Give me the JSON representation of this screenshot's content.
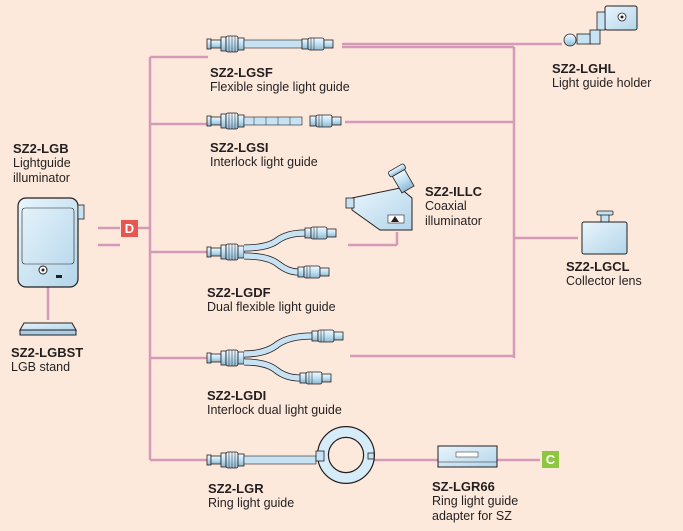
{
  "products": {
    "lgb": {
      "code": "SZ2-LGB",
      "desc_line1": "Lightguide",
      "desc_line2": "illuminator"
    },
    "lgbst": {
      "code": "SZ2-LGBST",
      "desc": "LGB stand"
    },
    "lgsf": {
      "code": "SZ2-LGSF",
      "desc": "Flexible single light guide"
    },
    "lgsi": {
      "code": "SZ2-LGSI",
      "desc": "Interlock light guide"
    },
    "illc": {
      "code": "SZ2-ILLC",
      "desc_line1": "Coaxial",
      "desc_line2": "illuminator"
    },
    "lgdf": {
      "code": "SZ2-LGDF",
      "desc": "Dual flexible light guide"
    },
    "lgdi": {
      "code": "SZ2-LGDI",
      "desc": "Interlock dual light guide"
    },
    "lgr": {
      "code": "SZ2-LGR",
      "desc": "Ring light guide"
    },
    "lgr66": {
      "code": "SZ-LGR66",
      "desc_line1": "Ring light guide",
      "desc_line2": "adapter for SZ"
    },
    "lghl": {
      "code": "SZ2-LGHL",
      "desc": "Light guide holder"
    },
    "lgcl": {
      "code": "SZ2-LGCL",
      "desc": "Collector lens"
    }
  },
  "badges": {
    "d": {
      "text": "D",
      "color": "#e8574f"
    },
    "c": {
      "text": "C",
      "color": "#8dc63f"
    }
  },
  "colors": {
    "background": "#fde9dc",
    "connector_line": "#d59ab8",
    "device_fill": "#d6ecf8",
    "device_stroke": "#231f20"
  }
}
